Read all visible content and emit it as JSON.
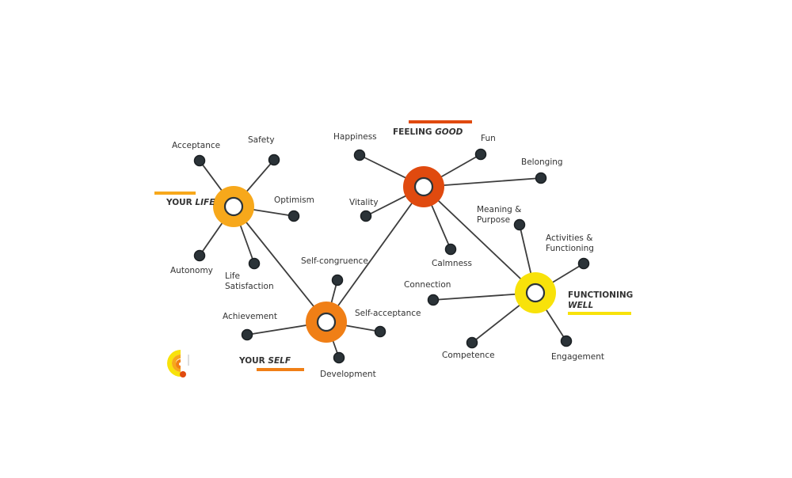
{
  "colors": {
    "line": "#3d3d3d",
    "leaf_fill": "#2b3338",
    "your_life": "#f7a81b",
    "feeling_good": "#e04a0f",
    "your_self": "#f07f16",
    "functioning_well": "#f8e20a"
  },
  "groups": {
    "your_life": {
      "title_main": "YOUR ",
      "title_em": "LIFE"
    },
    "feeling_good": {
      "title_main": "FEELING ",
      "title_em": "GOOD"
    },
    "your_self": {
      "title_main": "YOUR ",
      "title_em": "SELF"
    },
    "functioning_well": {
      "title_main": "FUNCTIONING",
      "title_em": "WELL"
    }
  },
  "nodes": {
    "acceptance": "Acceptance",
    "safety": "Safety",
    "optimism": "Optimism",
    "autonomy": "Autonomy",
    "life_satisfaction_1": "Life",
    "life_satisfaction_2": "Satisfaction",
    "happiness": "Happiness",
    "fun": "Fun",
    "belonging": "Belonging",
    "vitality": "Vitality",
    "calmness": "Calmness",
    "self_congruence": "Self-congruence",
    "achievement": "Achievement",
    "self_acceptance": "Self-acceptance",
    "development": "Development",
    "meaning_purpose_1": "Meaning &",
    "meaning_purpose_2": "Purpose",
    "activities_functioning_1": "Activities &",
    "activities_functioning_2": "Functioning",
    "connection": "Connection",
    "competence": "Competence",
    "engagement": "Engagement"
  }
}
